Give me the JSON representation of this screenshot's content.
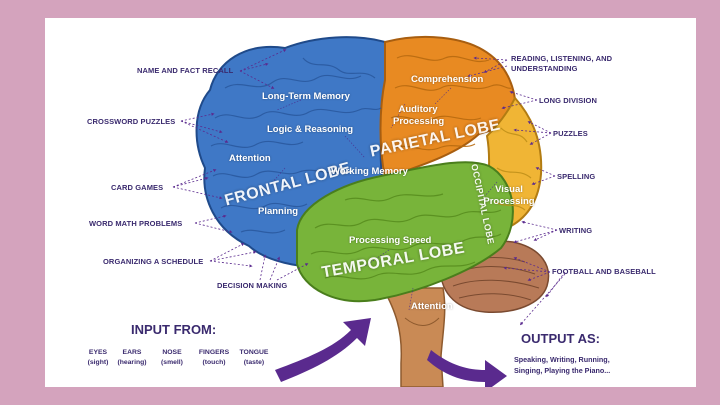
{
  "colors": {
    "background": "#d4a3bd",
    "frontal": "#3f78c6",
    "parietal": "#e88a22",
    "occipital": "#f0b535",
    "temporal": "#78b43a",
    "cerebellum": "#b87a58",
    "label_text": "#3a2a6e",
    "arrow": "#5a2a8e"
  },
  "lobes": {
    "frontal": "FRONTAL LOBE",
    "parietal": "PARIETAL LOBE",
    "occipital": "OCCIPITAL LOBE",
    "temporal": "TEMPORAL LOBE"
  },
  "regions": {
    "long_term_memory": "Long-Term Memory",
    "logic_reasoning": "Logic & Reasoning",
    "attention_frontal": "Attention",
    "planning": "Planning",
    "working_memory": "Working Memory",
    "comprehension": "Comprehension",
    "auditory_processing_1": "Auditory",
    "auditory_processing_2": "Processing",
    "visual_processing_1": "Visual",
    "visual_processing_2": "Processing",
    "processing_speed": "Processing Speed",
    "attention_stem": "Attention"
  },
  "left_tasks": {
    "name_fact_recall": "NAME AND FACT RECALL",
    "crossword_puzzles": "CROSSWORD PUZZLES",
    "card_games": "CARD GAMES",
    "word_math_problems": "WORD MATH PROBLEMS",
    "organizing_schedule": "ORGANIZING A SCHEDULE",
    "decision_making": "DECISION MAKING"
  },
  "right_tasks": {
    "reading_1": "READING, LISTENING, AND",
    "reading_2": "UNDERSTANDING",
    "long_division": "LONG DIVISION",
    "puzzles": "PUZZLES",
    "spelling": "SPELLING",
    "writing": "WRITING",
    "football_baseball": "FOOTBALL AND BASEBALL"
  },
  "input": {
    "heading": "INPUT FROM:",
    "senses": [
      {
        "name": "EYES",
        "detail": "(sight)"
      },
      {
        "name": "EARS",
        "detail": "(hearing)"
      },
      {
        "name": "NOSE",
        "detail": "(smell)"
      },
      {
        "name": "FINGERS",
        "detail": "(touch)"
      },
      {
        "name": "TONGUE",
        "detail": "(taste)"
      }
    ]
  },
  "output": {
    "heading": "OUTPUT AS:",
    "line1": "Speaking, Writing, Running,",
    "line2": "Singing, Playing the Piano..."
  }
}
